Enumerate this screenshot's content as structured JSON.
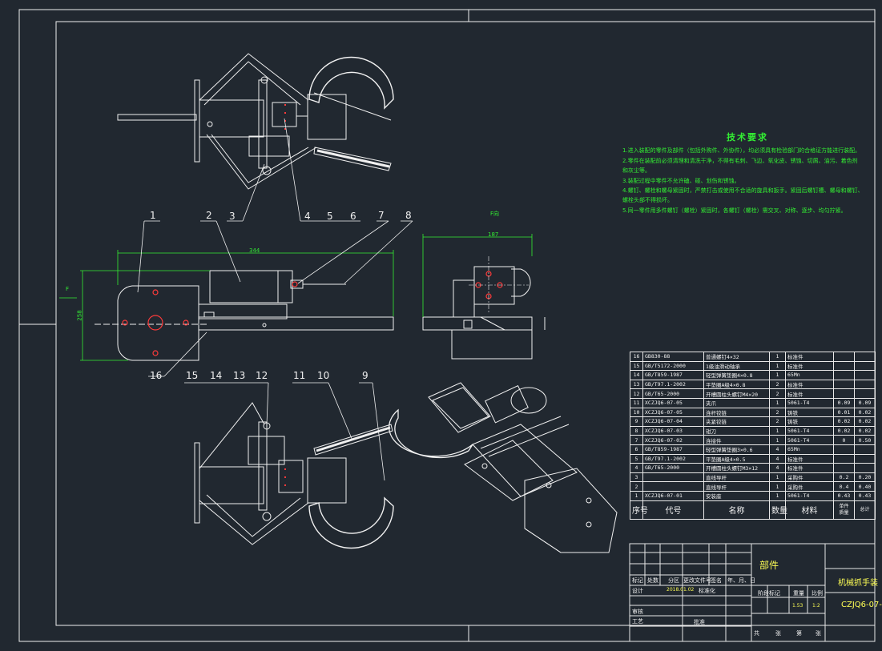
{
  "technical_requirements": {
    "title": "技术要求",
    "items": [
      "1.进入装配的零件及部件（包括外购件、外协件），均必须具有检验部门的合格证方能进行装配。",
      "2.零件在装配前必须清理和清洗干净，不得有毛刺、飞边、氧化皮、锈蚀、切屑、油污、着色剂",
      "和灰尘等。",
      "3.装配过程中零件不允许磕、碰、划伤和锈蚀。",
      "4.螺钉、螺栓和螺母紧固时，严禁打击或使用不合适的旋具和扳手。紧固后螺钉槽、螺母和螺钉、",
      "螺栓头部不得损坏。",
      "5.同一零件用多件螺钉（螺栓）紧固时，各螺钉（螺栓）需交叉、对称、逐步、均匀拧紧。"
    ]
  },
  "view_labels": {
    "section_view": "F向",
    "arrow_f": "F"
  },
  "dimensions": {
    "front_width": "344",
    "front_height": "258",
    "side_width": "187"
  },
  "balloons": [
    "1",
    "2",
    "3",
    "4",
    "5",
    "6",
    "7",
    "8",
    "9",
    "10",
    "11",
    "12",
    "13",
    "14",
    "15",
    "16"
  ],
  "bom": {
    "rows": [
      [
        "16",
        "GB830-88",
        "普通螺钉4×32",
        "1",
        "标准件",
        "",
        ""
      ],
      [
        "15",
        "GB/T5172-2000",
        "1级油滑动轴承",
        "1",
        "标准件",
        "",
        ""
      ],
      [
        "14",
        "GB/T859-1987",
        "轻型弹簧垫圈4×0.8",
        "1",
        "65Mn",
        "",
        ""
      ],
      [
        "13",
        "GB/T97.1-2002",
        "平垫圈A级4×0.8",
        "2",
        "标准件",
        "",
        ""
      ],
      [
        "12",
        "GB/T65-2000",
        "开槽圆柱头螺钉M4×20",
        "2",
        "标准件",
        "",
        ""
      ],
      [
        "11",
        "XCZJQ6-07-05",
        "夹爪",
        "1",
        "5061-T4",
        "0.09",
        "0.09"
      ],
      [
        "10",
        "XCZJQ6-07-05",
        "连杆铰链",
        "2",
        "铸铁",
        "0.01",
        "0.02"
      ],
      [
        "9",
        "XCZJQ6-07-04",
        "夹紧铰链",
        "2",
        "铸铁",
        "0.02",
        "0.02"
      ],
      [
        "8",
        "XCZJQ6-07-03",
        "钳刀",
        "1",
        "5061-T4",
        "0.02",
        "0.02"
      ],
      [
        "7",
        "XCZJQ6-07-02",
        "连接件",
        "1",
        "5061-T4",
        "0",
        "0.50"
      ],
      [
        "6",
        "GB/T859-1987",
        "轻型弹簧垫圈3×0.6",
        "4",
        "65Mn",
        "",
        ""
      ],
      [
        "5",
        "GB/T97.1-2002",
        "平垫圈A级4×0.5",
        "4",
        "标准件",
        "",
        ""
      ],
      [
        "4",
        "GB/T65-2000",
        "开槽圆柱头螺钉M3×12",
        "4",
        "标准件",
        "",
        ""
      ],
      [
        "3",
        "",
        "直线导杆",
        "1",
        "采购件",
        "0.2",
        "0.20"
      ],
      [
        "2",
        "",
        "直线导杆",
        "1",
        "采购件",
        "0.4",
        "0.40"
      ],
      [
        "1",
        "XCZJQ6-07-01",
        "安装座",
        "1",
        "5061-T4",
        "0.43",
        "0.43"
      ]
    ],
    "header": [
      "序号",
      "代号",
      "名称",
      "数量",
      "材料",
      "单件",
      "总计"
    ],
    "header_sub": "质量"
  },
  "title_block": {
    "part_type": "部件",
    "drawing_name": "机械抓手装",
    "drawing_code": "CZJQ6-07-",
    "row_labels": [
      "标记",
      "处数",
      "分区",
      "更改文件号",
      "签名",
      "年、月、日"
    ],
    "design_label": "设计",
    "design_date": "2018.01.02",
    "standardize": "标准化",
    "stage_label": "阶段标记",
    "weight_label": "重量",
    "scale_label": "比例",
    "weight_value": "1.53",
    "scale_value": "1:2",
    "check_label": "审核",
    "process_label": "工艺",
    "approve_label": "批准",
    "sheets": [
      "共",
      "张",
      "第",
      "张"
    ]
  }
}
